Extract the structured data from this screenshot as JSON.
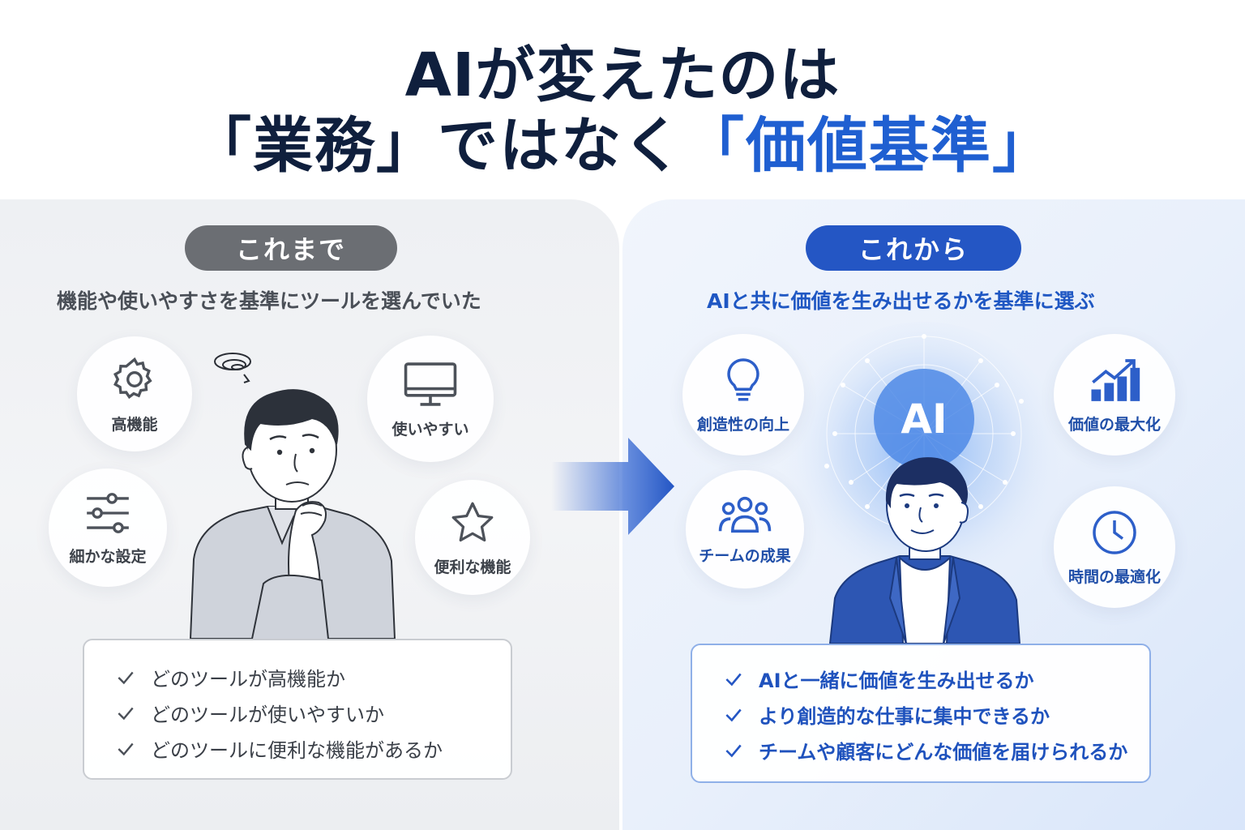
{
  "title": {
    "line1": "AIが変えたのは",
    "line2_part1": "「業務」ではなく",
    "line2_accent": "「価値基準」"
  },
  "left": {
    "pill": "これまで",
    "subtitle": "機能や使いやすさを基準にツールを選んでいた",
    "bubbles": {
      "high_function": "高機能",
      "easy_to_use": "使いやすい",
      "fine_settings": "細かな設定",
      "convenient": "便利な機能"
    },
    "checklist": [
      "どのツールが高機能か",
      "どのツールが使いやすいか",
      "どのツールに便利な機能があるか"
    ]
  },
  "right": {
    "pill": "これから",
    "subtitle": "AIと共に価値を生み出せるかを基準に選ぶ",
    "ai_label": "AI",
    "bubbles": {
      "creativity": "創造性の向上",
      "value_max": "価値の最大化",
      "team_results": "チームの成果",
      "time_opt": "時間の最適化"
    },
    "checklist": [
      "AIと一緒に価値を生み出せるか",
      "より創造的な仕事に集中できるか",
      "チームや顧客にどんな価値を届けられるか"
    ]
  },
  "icons": {
    "left": [
      "gear-icon",
      "monitor-icon",
      "sliders-icon",
      "star-icon",
      "check-icon"
    ],
    "right": [
      "lightbulb-icon",
      "growth-chart-icon",
      "team-icon",
      "clock-icon",
      "check-icon"
    ]
  },
  "colors": {
    "accent": "#1f5fd1",
    "left_pill": "#6b6e73",
    "right_pill": "#2456c4",
    "title": "#0f1f3d"
  }
}
